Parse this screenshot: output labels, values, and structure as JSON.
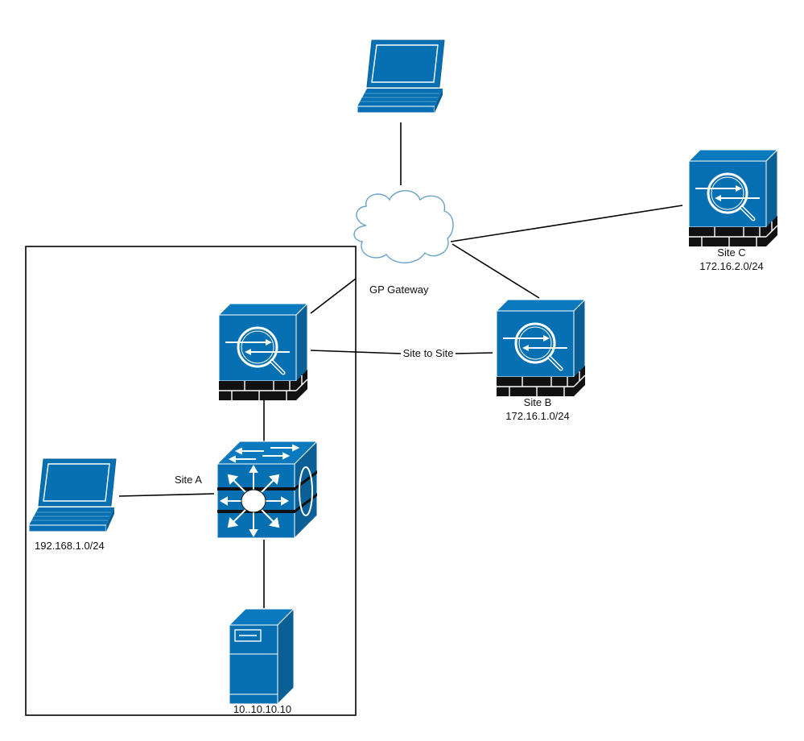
{
  "colors": {
    "device_blue": "#0770b3",
    "device_dark": "#065c93",
    "device_side": "#0a5f97",
    "cloud_stroke": "#6aa2c8",
    "line": "#000000"
  },
  "nodes": {
    "remote_laptop": {
      "type": "laptop",
      "label": ""
    },
    "internet_cloud": {
      "type": "cloud",
      "label": "GP Gateway"
    },
    "site_c_firewall": {
      "type": "firewall",
      "label": "Site C",
      "subnet": "172.16.2.0/24"
    },
    "site_b_firewall": {
      "type": "firewall",
      "label": "Site B",
      "subnet": "172.16.1.0/24"
    },
    "site_a_firewall": {
      "type": "firewall",
      "label": ""
    },
    "site_a_switch": {
      "type": "l3-switch",
      "label": ""
    },
    "site_a_laptop": {
      "type": "laptop",
      "label": "192.168.1.0/24"
    },
    "site_a_server": {
      "type": "server",
      "label": "10..10.10.10"
    }
  },
  "links": {
    "site_to_site": "Site to Site",
    "site_a": "Site A"
  },
  "groups": {
    "site_a_box": {
      "label": ""
    }
  }
}
